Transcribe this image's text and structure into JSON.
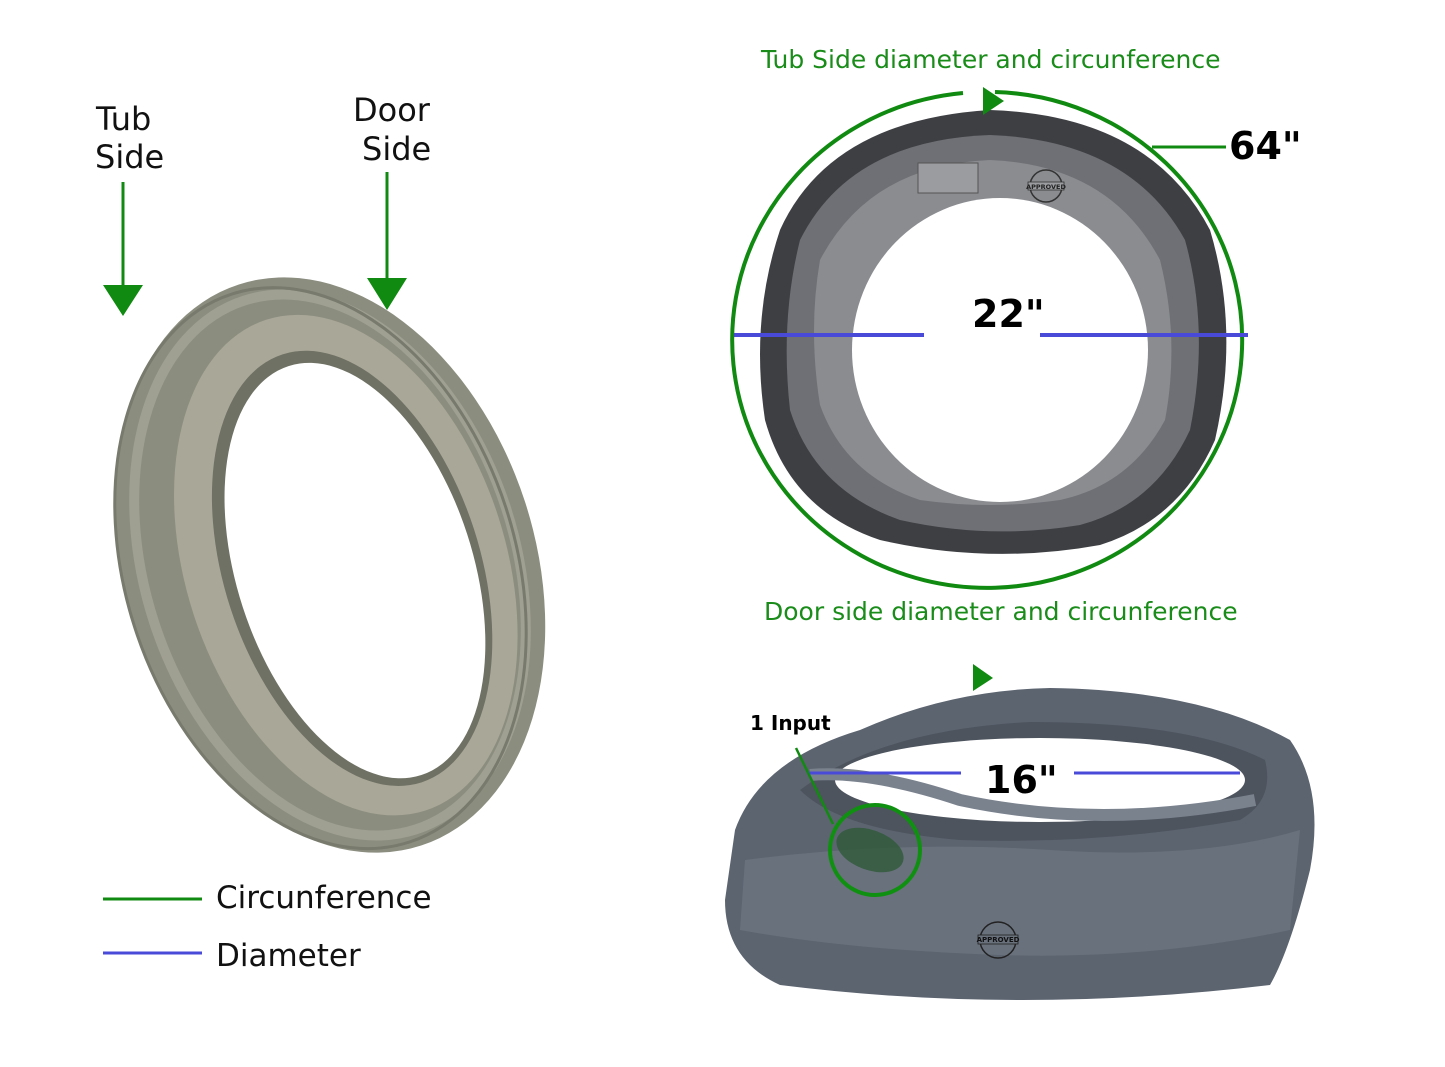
{
  "left": {
    "tub_side_line1": "Tub",
    "tub_side_line2": "Side",
    "door_side_line1": "Door",
    "door_side_line2": "Side"
  },
  "legend": {
    "items": [
      {
        "label": "Circunference",
        "color": "#108a10"
      },
      {
        "label": "Diameter",
        "color": "#4a4ad8"
      }
    ]
  },
  "top_right": {
    "caption": "Tub Side diameter and circunference",
    "circumference": "64\"",
    "diameter": "22\"",
    "badge": "APPROVED"
  },
  "bottom_right": {
    "caption": "Door side diameter and circunference",
    "diameter": "16\"",
    "callout": "1 Input",
    "badge": "APPROVED"
  },
  "colors": {
    "green": "#108a10",
    "blue": "#4a4ad8",
    "caption_green": "#1a8c1a",
    "gasket_left": "#8b8d7f",
    "gasket_right": "#5c6470"
  }
}
